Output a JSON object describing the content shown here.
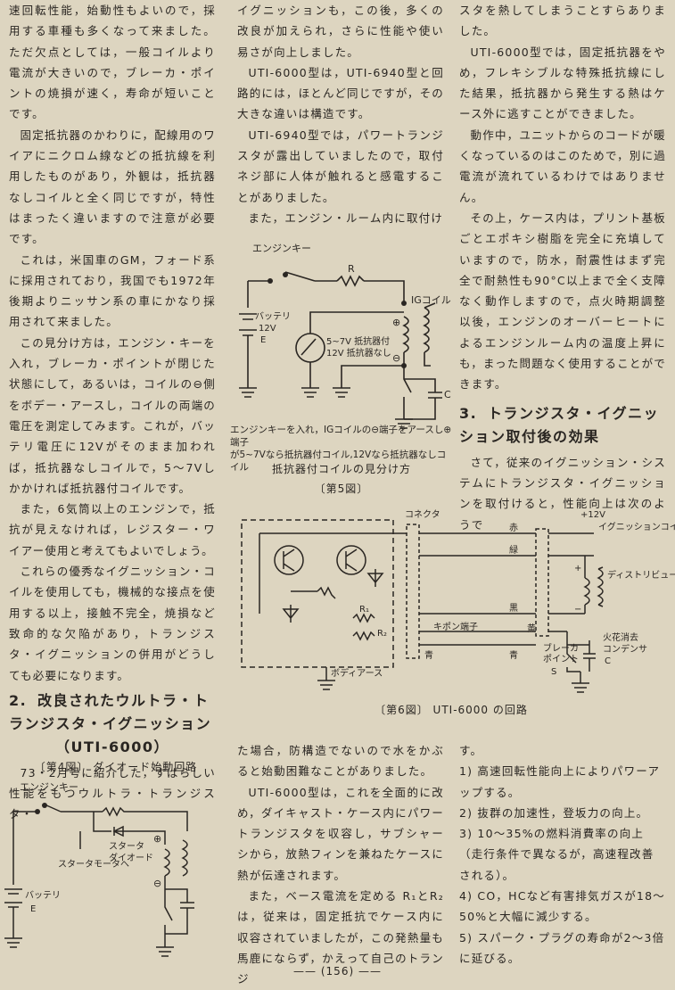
{
  "col1": {
    "paras": [
      "速回転性能，始動性もよいので，採用する車種も多くなって来ました。ただ欠点としては，一般コイルより電流が大きいので，ブレーカ・ポイントの焼損が速く，寿命が短いことです。",
      "固定抵抗器のかわりに，配線用のワイアにニクロム線などの抵抗線を利用したものがあり，外観は，抵抗器なしコイルと全く同じですが，特性はまったく違いますので注意が必要です。",
      "これは，米国車のGM，フォード系に採用されており，我国でも1972年後期よりニッサン系の車にかなり採用されて来ました。",
      "この見分け方は，エンジン・キーを入れ，ブレーカ・ポイントが閉じた状態にして，あるいは，コイルの⊖側をボデー・アースし，コイルの両端の電圧を測定してみます。これが，バッテリ電圧に12Vがそのまま加われば，抵抗器なしコイルで，5～7Vしかかければ抵抗器付コイルです。",
      "また，6気筒以上のエンジンで，抵抗が見えなければ，レジスター・ワイアー使用と考えてもよいでしょう。",
      "これらの優秀なイグニッション・コイルを使用しても，機械的な接点を使用する以上，接触不完全，焼損など致命的な欠陥があり，トランジスタ・イグニッションの併用がどうしても必要になります。"
    ],
    "heading_num": "2.",
    "heading_line1": "改良されたウルトラ・トランジスタ・イグニッション",
    "heading_line2": "（UTI-6000）",
    "last_para": "73・2月号に紹介した，すばらしい性能をもつウルトラ・トランジスタ・"
  },
  "col2": {
    "paras": [
      "イグニッションも，この後，多くの改良が加えられ，さらに性能や使い易さが向上しました。",
      "UTI-6000型は，UTI-6940型と回路的には，ほとんど同じですが，その大きな違いは構造です。",
      "UTI-6940型では，パワートランジスタが露出していましたので，取付ネジ部に人体が触れると感電することがありました。",
      "また，エンジン・ルーム内に取付け"
    ]
  },
  "col3": {
    "paras": [
      "スタを熱してしまうことすらありました。",
      "UTI-6000型では，固定抵抗器をやめ，フレキシブルな特殊抵抗線にした結果，抵抗器から発生する熱はケース外に逃すことができました。",
      "動作中，ユニットからのコードが暖くなっているのはこのためで，別に過電流が流れているわけではありません。",
      "その上，ケース内は，プリント基板ごとエポキシ樹脂を完全に充填していますので，防水，耐震性はまず完全で耐熱性も90°C以上まで全く支障なく動作しますので，点火時期調整以後，エンジンのオーバーヒートによるエンジンルーム内の温度上昇にも，まった問題なく使用することができます。"
    ],
    "heading_num": "3.",
    "heading_text": "トランジスタ・イグニッション取付後の効果",
    "after_para": "さて，従来のイグニッション・システムにトランジスタ・イグニッションを取付けると，性能向上は次のようで"
  },
  "fig5": {
    "labels": {
      "engine_key": "エンジンキー",
      "r": "R",
      "ig_coil": "IGコイル",
      "battery": "バッテリ",
      "battery_v": "12V",
      "battery_e": "E",
      "meter_1": "5~7V 抵抗器付",
      "meter_2": "12V 抵抗器なし",
      "plus": "⊕",
      "minus": "⊖",
      "c": "C"
    },
    "note_line1": "エンジンキーを入れ，IGコイルの⊖端子をアースし⊕端子",
    "note_line2": "が5~7Vなら抵抗器付コイル,12Vなら抵抗器なしコイル",
    "caption": "抵抗器付コイルの見分け方",
    "number": "〔第5図〕"
  },
  "fig6": {
    "labels": {
      "connector": "コネクタ",
      "v12": "+12V",
      "ig_coil": "イグニッションコイル",
      "red": "赤",
      "green": "緑",
      "black": "黒",
      "yellow": "黄",
      "blue1": "青",
      "blue2": "青",
      "to_dist": "ディストリビュータへ",
      "r1": "R₁",
      "r2": "R₂",
      "kipon": "キポン端子",
      "body_earth": "ボディアース",
      "breaker": "ブレーカ",
      "point": "ポイント",
      "s": "S",
      "spark": "火花消去",
      "condenser": "コンデンサ",
      "c": "C",
      "plus": "+",
      "minus": "−"
    },
    "caption": "〔第6図〕 UTI-6000 の回路"
  },
  "fig4": {
    "caption": "〔第4図〕 ダイオード始動回路",
    "labels": {
      "engine_key": "エンジンキー",
      "starter_diode_1": "スタータ",
      "starter_diode_2": "ダイオード",
      "starter_motor": "スタータモータへ",
      "battery": "バッテリ",
      "e": "E",
      "plus": "⊕",
      "minus": "⊖"
    }
  },
  "col2b": {
    "paras": [
      "た場合，防構造でないので水をかぶると始動困難なことがありました。",
      "UTI-6000型は，これを全面的に改め，ダイキャスト・ケース内にパワートランジスタを収容し，サブシャーシから，放熱フィンを兼ねたケースに熱が伝達されます。",
      "また，ベース電流を定める R₁とR₂は，従来は，固定抵抗でケース内に収容されていましたが，この発熱量も馬鹿にならず，かえって自己のトランジ"
    ]
  },
  "col3b": {
    "intro": "す。",
    "items": [
      {
        "num": "1)",
        "text": "高速回転性能向上によりパワーアップする。"
      },
      {
        "num": "2)",
        "text": "抜群の加速性，登坂力の向上。"
      },
      {
        "num": "3)",
        "text": "10～35%の燃料消費率の向上（走行条件で異なるが，高速程改善される）。"
      },
      {
        "num": "4)",
        "text": "CO，HCなど有害排気ガスが18～50%と大幅に減少する。"
      },
      {
        "num": "5)",
        "text": "スパーク・プラグの寿命が2～3倍に延びる。"
      }
    ]
  },
  "footer": "—— (156) ——"
}
